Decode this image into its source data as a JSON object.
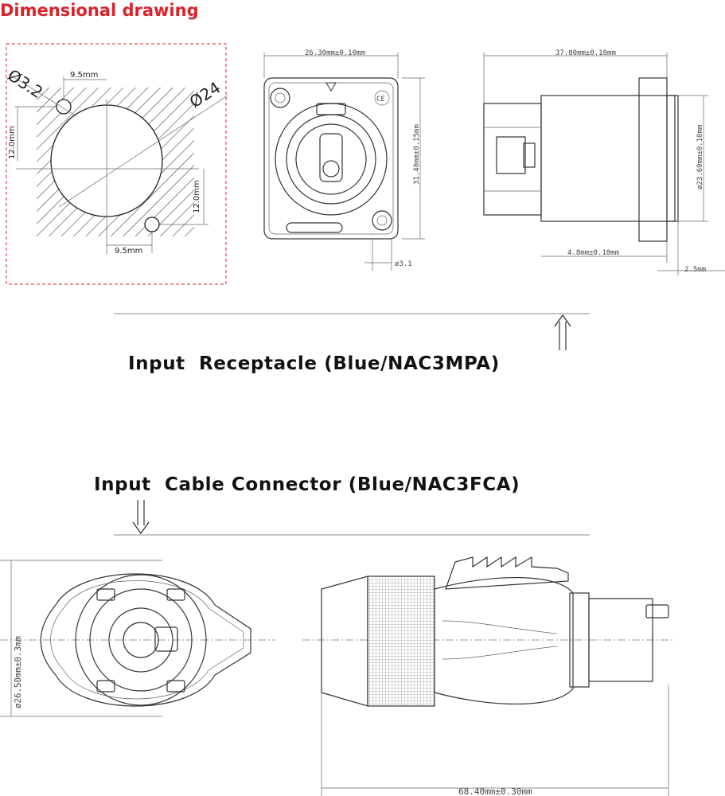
{
  "title": "Dimensional drawing",
  "panel_cutout": {
    "hole_dia": "Ø3.2",
    "main_dia": "Ø24",
    "dim_top": "9.5mm",
    "dim_bottom": "9.5mm",
    "dim_left": "12.0mm",
    "dim_right": "12.0mm"
  },
  "receptacle_front": {
    "width": "26.30mm±0.10mm",
    "height": "31.40mm±0.15mm",
    "hole": "ø3.1",
    "mark": "CE"
  },
  "receptacle_side": {
    "length": "37.80mm±0.10mm",
    "dia": "ø23.60mm±0.10mm",
    "flange": "4.8mm±0.10mm",
    "depth": "2.5mm"
  },
  "label_receptacle": "Input  Receptacle (Blue/NAC3MPA)",
  "label_connector": "Input  Cable Connector (Blue/NAC3FCA)",
  "connector_front": {
    "dia": "ø26.50mm±0.3mm"
  },
  "connector_side": {
    "length": "68.40mm±0.30mm"
  },
  "colors": {
    "title": "#d9232b",
    "line": "#333333"
  }
}
